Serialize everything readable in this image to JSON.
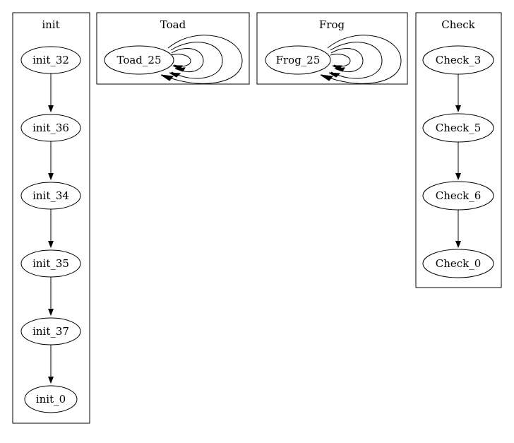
{
  "clusters": {
    "init": {
      "label": "init",
      "nodes": [
        "init_32",
        "init_36",
        "init_34",
        "init_35",
        "init_37",
        "init_0"
      ]
    },
    "toad": {
      "label": "Toad",
      "node": "Toad_25"
    },
    "frog": {
      "label": "Frog",
      "node": "Frog_25"
    },
    "check": {
      "label": "Check",
      "nodes": [
        "Check_3",
        "Check_5",
        "Check_6",
        "Check_0"
      ]
    }
  }
}
